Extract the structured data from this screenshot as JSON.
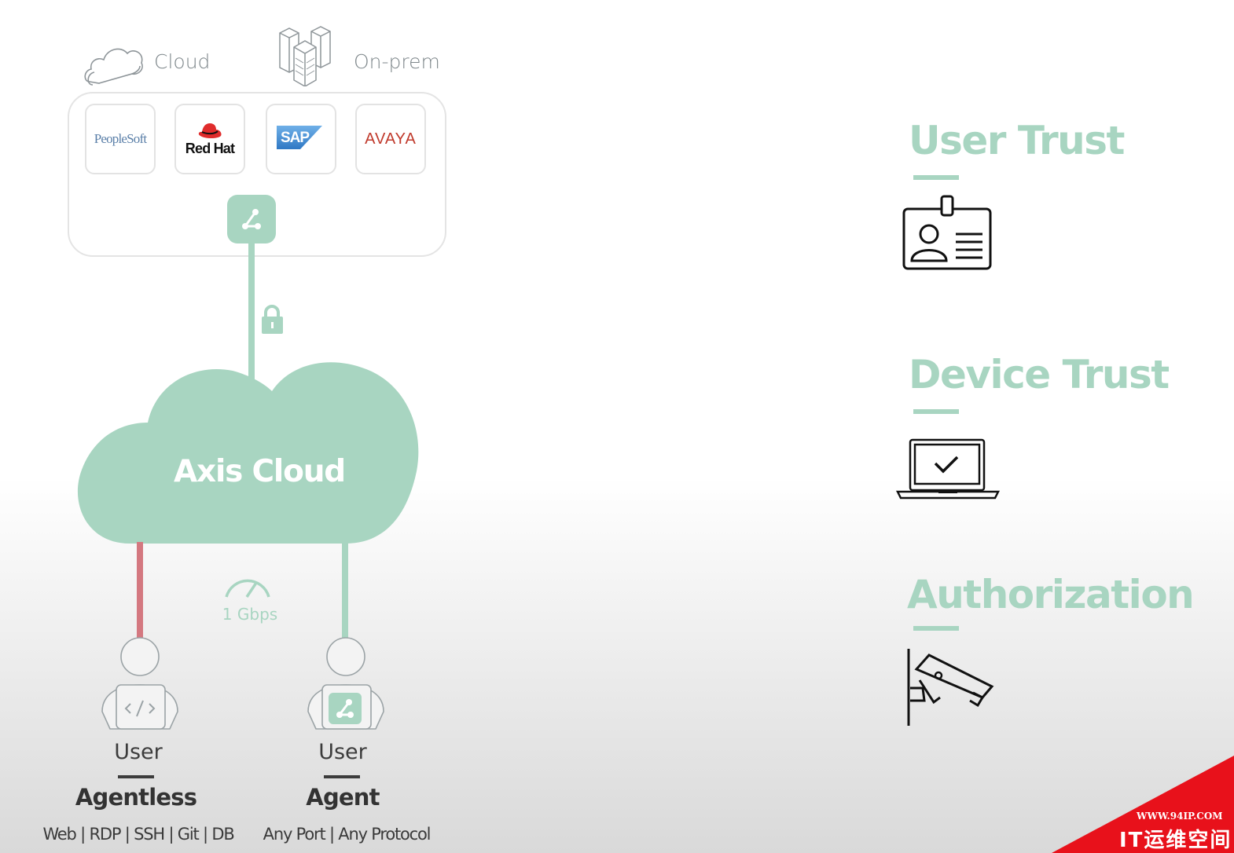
{
  "top": {
    "cloud_label": "Cloud",
    "onprem_label": "On-prem"
  },
  "logos": [
    {
      "name": "PeopleSoft",
      "color": "#5a7fa8"
    },
    {
      "name": "Red Hat",
      "color": "#111111"
    },
    {
      "name": "SAP",
      "color": "#ffffff"
    },
    {
      "name": "AVAYA",
      "color": "#c0392b"
    }
  ],
  "cloud": {
    "label": "Axis Cloud",
    "color": "#a8d5c1"
  },
  "speed_label": "1 Gbps",
  "users": [
    {
      "label": "User",
      "type": "Agentless",
      "sub": "Web | RDP | SSH | Git | DB",
      "line_color": "#d47880"
    },
    {
      "label": "User",
      "type": "Agent",
      "sub": "Any Port | Any Protocol",
      "line_color": "#a8d5c1"
    }
  ],
  "trust": [
    {
      "title": "User Trust",
      "icon": "id-badge-icon"
    },
    {
      "title": "Device Trust",
      "icon": "laptop-check-icon"
    },
    {
      "title": "Authorization",
      "icon": "security-camera-icon"
    }
  ],
  "watermark": {
    "url": "WWW.94IP.COM",
    "text": "IT运维空间"
  }
}
